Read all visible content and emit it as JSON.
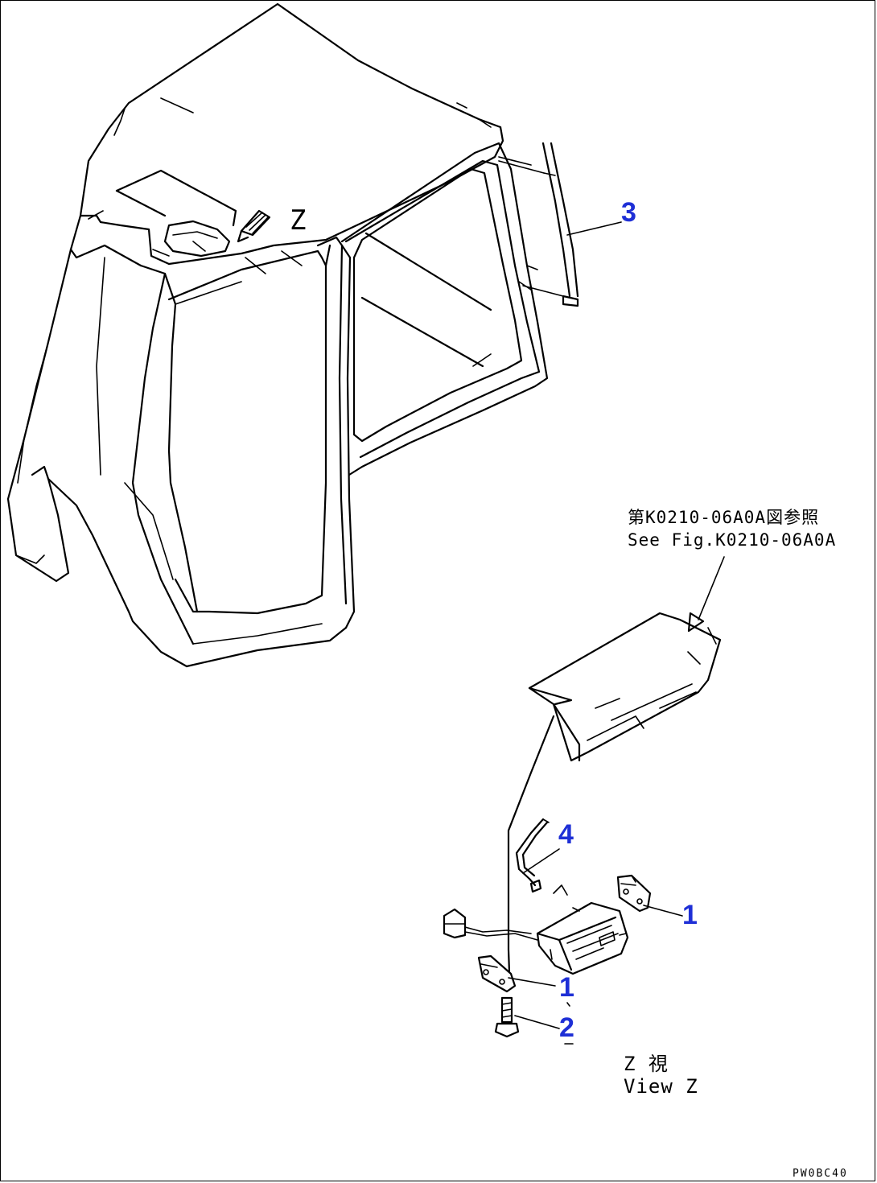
{
  "view_marker": "Z",
  "callouts": {
    "cab_strip": "3",
    "antenna": "4",
    "bracket_right": "1",
    "bracket_left": "1",
    "bolt": "2"
  },
  "reference_note": {
    "line1": "第K0210-06A0A図参照",
    "line2": "See Fig.K0210-06A0A"
  },
  "view_label": {
    "line1": "Z  視",
    "line2": "View Z"
  },
  "drawing_code": "PW0BC40"
}
